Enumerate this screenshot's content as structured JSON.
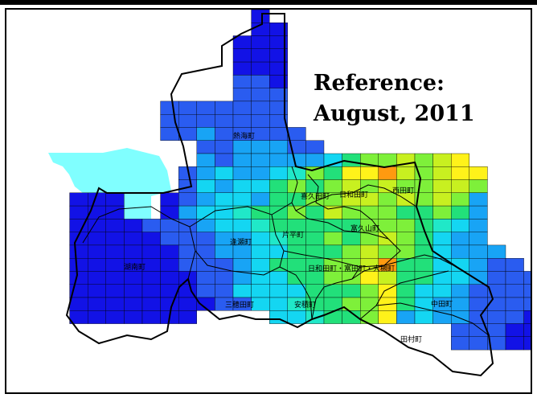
{
  "reference_title": "Reference:",
  "reference_date": "August, 2011",
  "colors": {
    "dark_blue": "#1212e6",
    "blue": "#2a5cf0",
    "sky": "#18a4f5",
    "cyan": "#14d6f2",
    "aqua": "#20e8c8",
    "green": "#22e07a",
    "lime": "#7ef03a",
    "yellow_green": "#c8f020",
    "yellow": "#fff21a",
    "orange": "#ff9a10",
    "red": "#ff3a10",
    "excluded_area": "#80ffff"
  },
  "town_labels": [
    {
      "name": "熱海町"
    },
    {
      "name": "西田町"
    },
    {
      "name": "喜久田町"
    },
    {
      "name": "日和田町"
    },
    {
      "name": "富久山町"
    },
    {
      "name": "片平町"
    },
    {
      "name": "逢瀬町"
    },
    {
      "name": "湖南町"
    },
    {
      "name": "日和田町・富田町・大槻町"
    },
    {
      "name": "三穂田町"
    },
    {
      "name": "安積町"
    },
    {
      "name": "中田町"
    },
    {
      "name": "田村町"
    }
  ]
}
